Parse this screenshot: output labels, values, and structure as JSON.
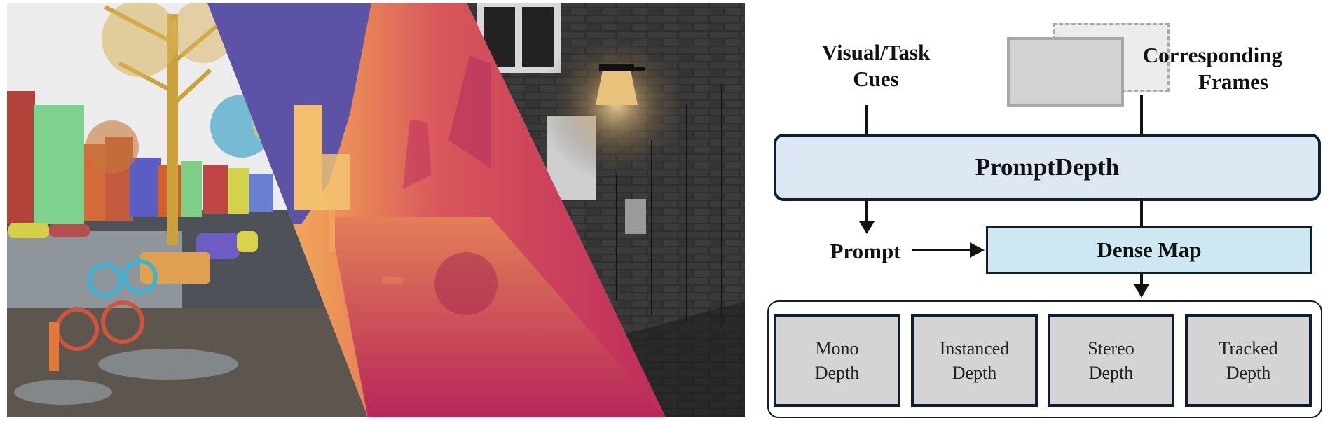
{
  "labels": {
    "visual_task": [
      "Visual/Task",
      "Cues"
    ],
    "corresponding": [
      "Corresponding",
      "Frames"
    ],
    "prompt": "Prompt"
  },
  "main_block": {
    "label": "PromptDepth",
    "fill": "#dde8f4"
  },
  "dense_map": {
    "label": "Dense Map",
    "fill": "#cde8f3"
  },
  "tasks": [
    {
      "line1": "Mono",
      "line2": "Depth"
    },
    {
      "line1": "Instanced",
      "line2": "Depth"
    },
    {
      "line1": "Stereo",
      "line2": "Depth"
    },
    {
      "line1": "Tracked",
      "line2": "Depth"
    }
  ],
  "scene": {
    "panels": [
      "semantic-segmentation",
      "depth-map",
      "rgb-render"
    ],
    "colors": {
      "seg_sky": "#ececec",
      "seg_tree": "#c9a23c",
      "depth_near": "#c12d5e",
      "depth_far": "#f2b25c",
      "depth_sky": "#5c52a6",
      "brick": "#2b2b2b"
    }
  }
}
